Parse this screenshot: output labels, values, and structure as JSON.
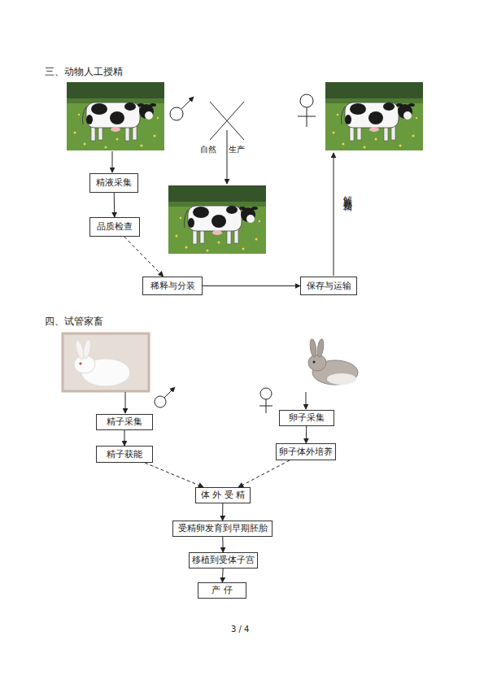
{
  "diagram": {
    "nodes": [
      {
        "text": [
          "精液采集"
        ]
      },
      {
        "text": [
          "品质检查"
        ]
      },
      {
        "text": [
          "稀释与分装"
        ]
      },
      {
        "text": [
          "保存与运输"
        ]
      },
      {
        "text": [
          "精子采集"
        ]
      },
      {
        "text": [
          "精子获能"
        ]
      },
      {
        "text": [
          "卵子采集"
        ]
      },
      {
        "text": [
          "卵子体外培养"
        ]
      },
      {
        "text": [
          "体 外 受 精"
        ]
      },
      {
        "text": [
          "受精卵发育到早期胚胎"
        ]
      },
      {
        "text": [
          "移植到受体子宫"
        ]
      },
      {
        "text": [
          "产 仔"
        ]
      }
    ],
    "edges": [
      {
        "from": 0,
        "to": 1,
        "arrow": "to"
      },
      {
        "from": 1,
        "to": 2,
        "arrow": "to"
      },
      {
        "from": 2,
        "to": 3,
        "arrow": "to"
      },
      {
        "from": 4,
        "to": 5,
        "arrow": "to"
      },
      {
        "from": 5,
        "to": 8,
        "arrow": "to"
      },
      {
        "from": 6,
        "to": 7,
        "arrow": "to"
      },
      {
        "from": 7,
        "to": 8,
        "arrow": "to"
      },
      {
        "from": 8,
        "to": 9,
        "arrow": "to"
      },
      {
        "from": 9,
        "to": 10,
        "arrow": "to"
      },
      {
        "from": 10,
        "to": 11,
        "arrow": "to"
      }
    ],
    "labels": [
      "三、动物人工授精",
      "自然",
      "生产",
      "解冻与受精",
      "四、试管家畜",
      "3 / 4"
    ]
  }
}
